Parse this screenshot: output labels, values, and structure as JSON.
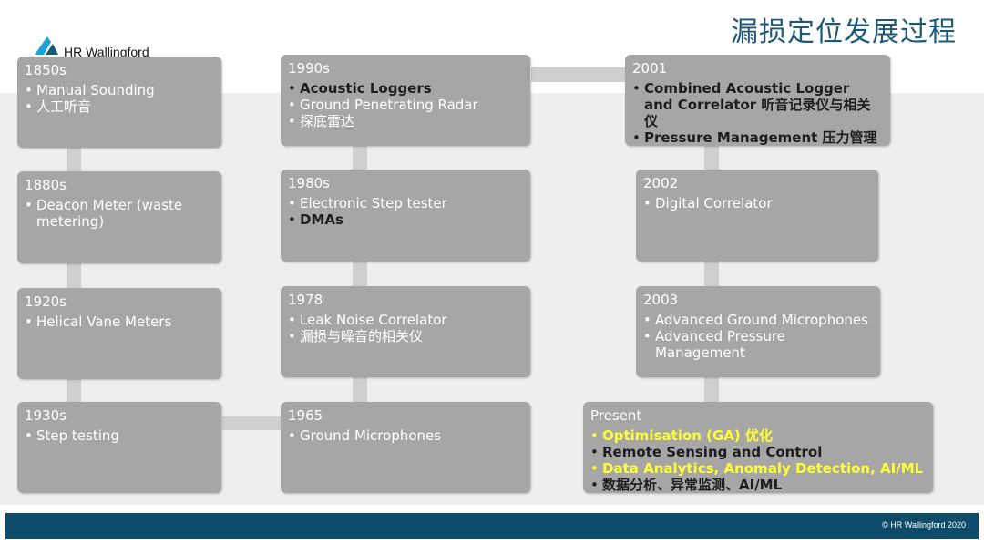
{
  "slide": {
    "title": "漏损定位发展过程",
    "logo_text": "HR Wallingford",
    "copyright": "© HR Wallingford 2020"
  },
  "timeline": [
    {
      "id": "1850s",
      "year": "1850s",
      "items": [
        {
          "text": "Manual Sounding",
          "style": "normal"
        },
        {
          "text": "人工听音",
          "style": "normal"
        }
      ]
    },
    {
      "id": "1880s",
      "year": "1880s",
      "items": [
        {
          "text": "Deacon Meter (waste metering)",
          "style": "normal"
        }
      ]
    },
    {
      "id": "1920s",
      "year": "1920s",
      "items": [
        {
          "text": "Helical Vane Meters",
          "style": "normal"
        }
      ]
    },
    {
      "id": "1930s",
      "year": "1930s",
      "items": [
        {
          "text": "Step testing",
          "style": "normal"
        }
      ]
    },
    {
      "id": "1965",
      "year": "1965",
      "items": [
        {
          "text": "Ground Microphones",
          "style": "normal"
        }
      ]
    },
    {
      "id": "1978",
      "year": "1978",
      "items": [
        {
          "text": "Leak Noise Correlator",
          "style": "normal"
        },
        {
          "text": "漏损与噪音的相关仪",
          "style": "normal"
        }
      ]
    },
    {
      "id": "1980s",
      "year": "1980s",
      "items": [
        {
          "text": "Electronic Step tester",
          "style": "normal"
        },
        {
          "text": "DMAs",
          "style": "bold"
        }
      ]
    },
    {
      "id": "1990s",
      "year": "1990s",
      "items": [
        {
          "text": "Acoustic Loggers",
          "style": "bold"
        },
        {
          "text": "Ground Penetrating Radar",
          "style": "normal"
        },
        {
          "text": "探底雷达",
          "style": "normal"
        }
      ]
    },
    {
      "id": "2001",
      "year": "2001",
      "items": [
        {
          "text": "Combined Acoustic Logger and Correlator 听音记录仪与相关仪",
          "style": "bold"
        },
        {
          "text": "Pressure Management 压力管理",
          "style": "bold"
        }
      ]
    },
    {
      "id": "2002",
      "year": "2002",
      "items": [
        {
          "text": "Digital Correlator",
          "style": "normal"
        }
      ]
    },
    {
      "id": "2003",
      "year": "2003",
      "items": [
        {
          "text": "Advanced Ground Microphones",
          "style": "normal"
        },
        {
          "text": "Advanced Pressure Management",
          "style": "normal"
        }
      ]
    },
    {
      "id": "present",
      "year": "Present",
      "items": [
        {
          "text": "Optimisation (GA) 优化",
          "style": "highlight"
        },
        {
          "text": "Remote Sensing and Control",
          "style": "bold"
        },
        {
          "text": "Data Analytics, Anomaly Detection, AI/ML",
          "style": "highlight"
        },
        {
          "text": "数据分析、异常监测、AI/ML",
          "style": "bold"
        }
      ]
    }
  ],
  "colors": {
    "box_fill": "#a6a6a6",
    "connector": "#cfcfcf",
    "title": "#1a5a78",
    "footer": "#0e4c6b",
    "highlight_text": "#ffff33",
    "bold_text": "#1e1e1e"
  }
}
